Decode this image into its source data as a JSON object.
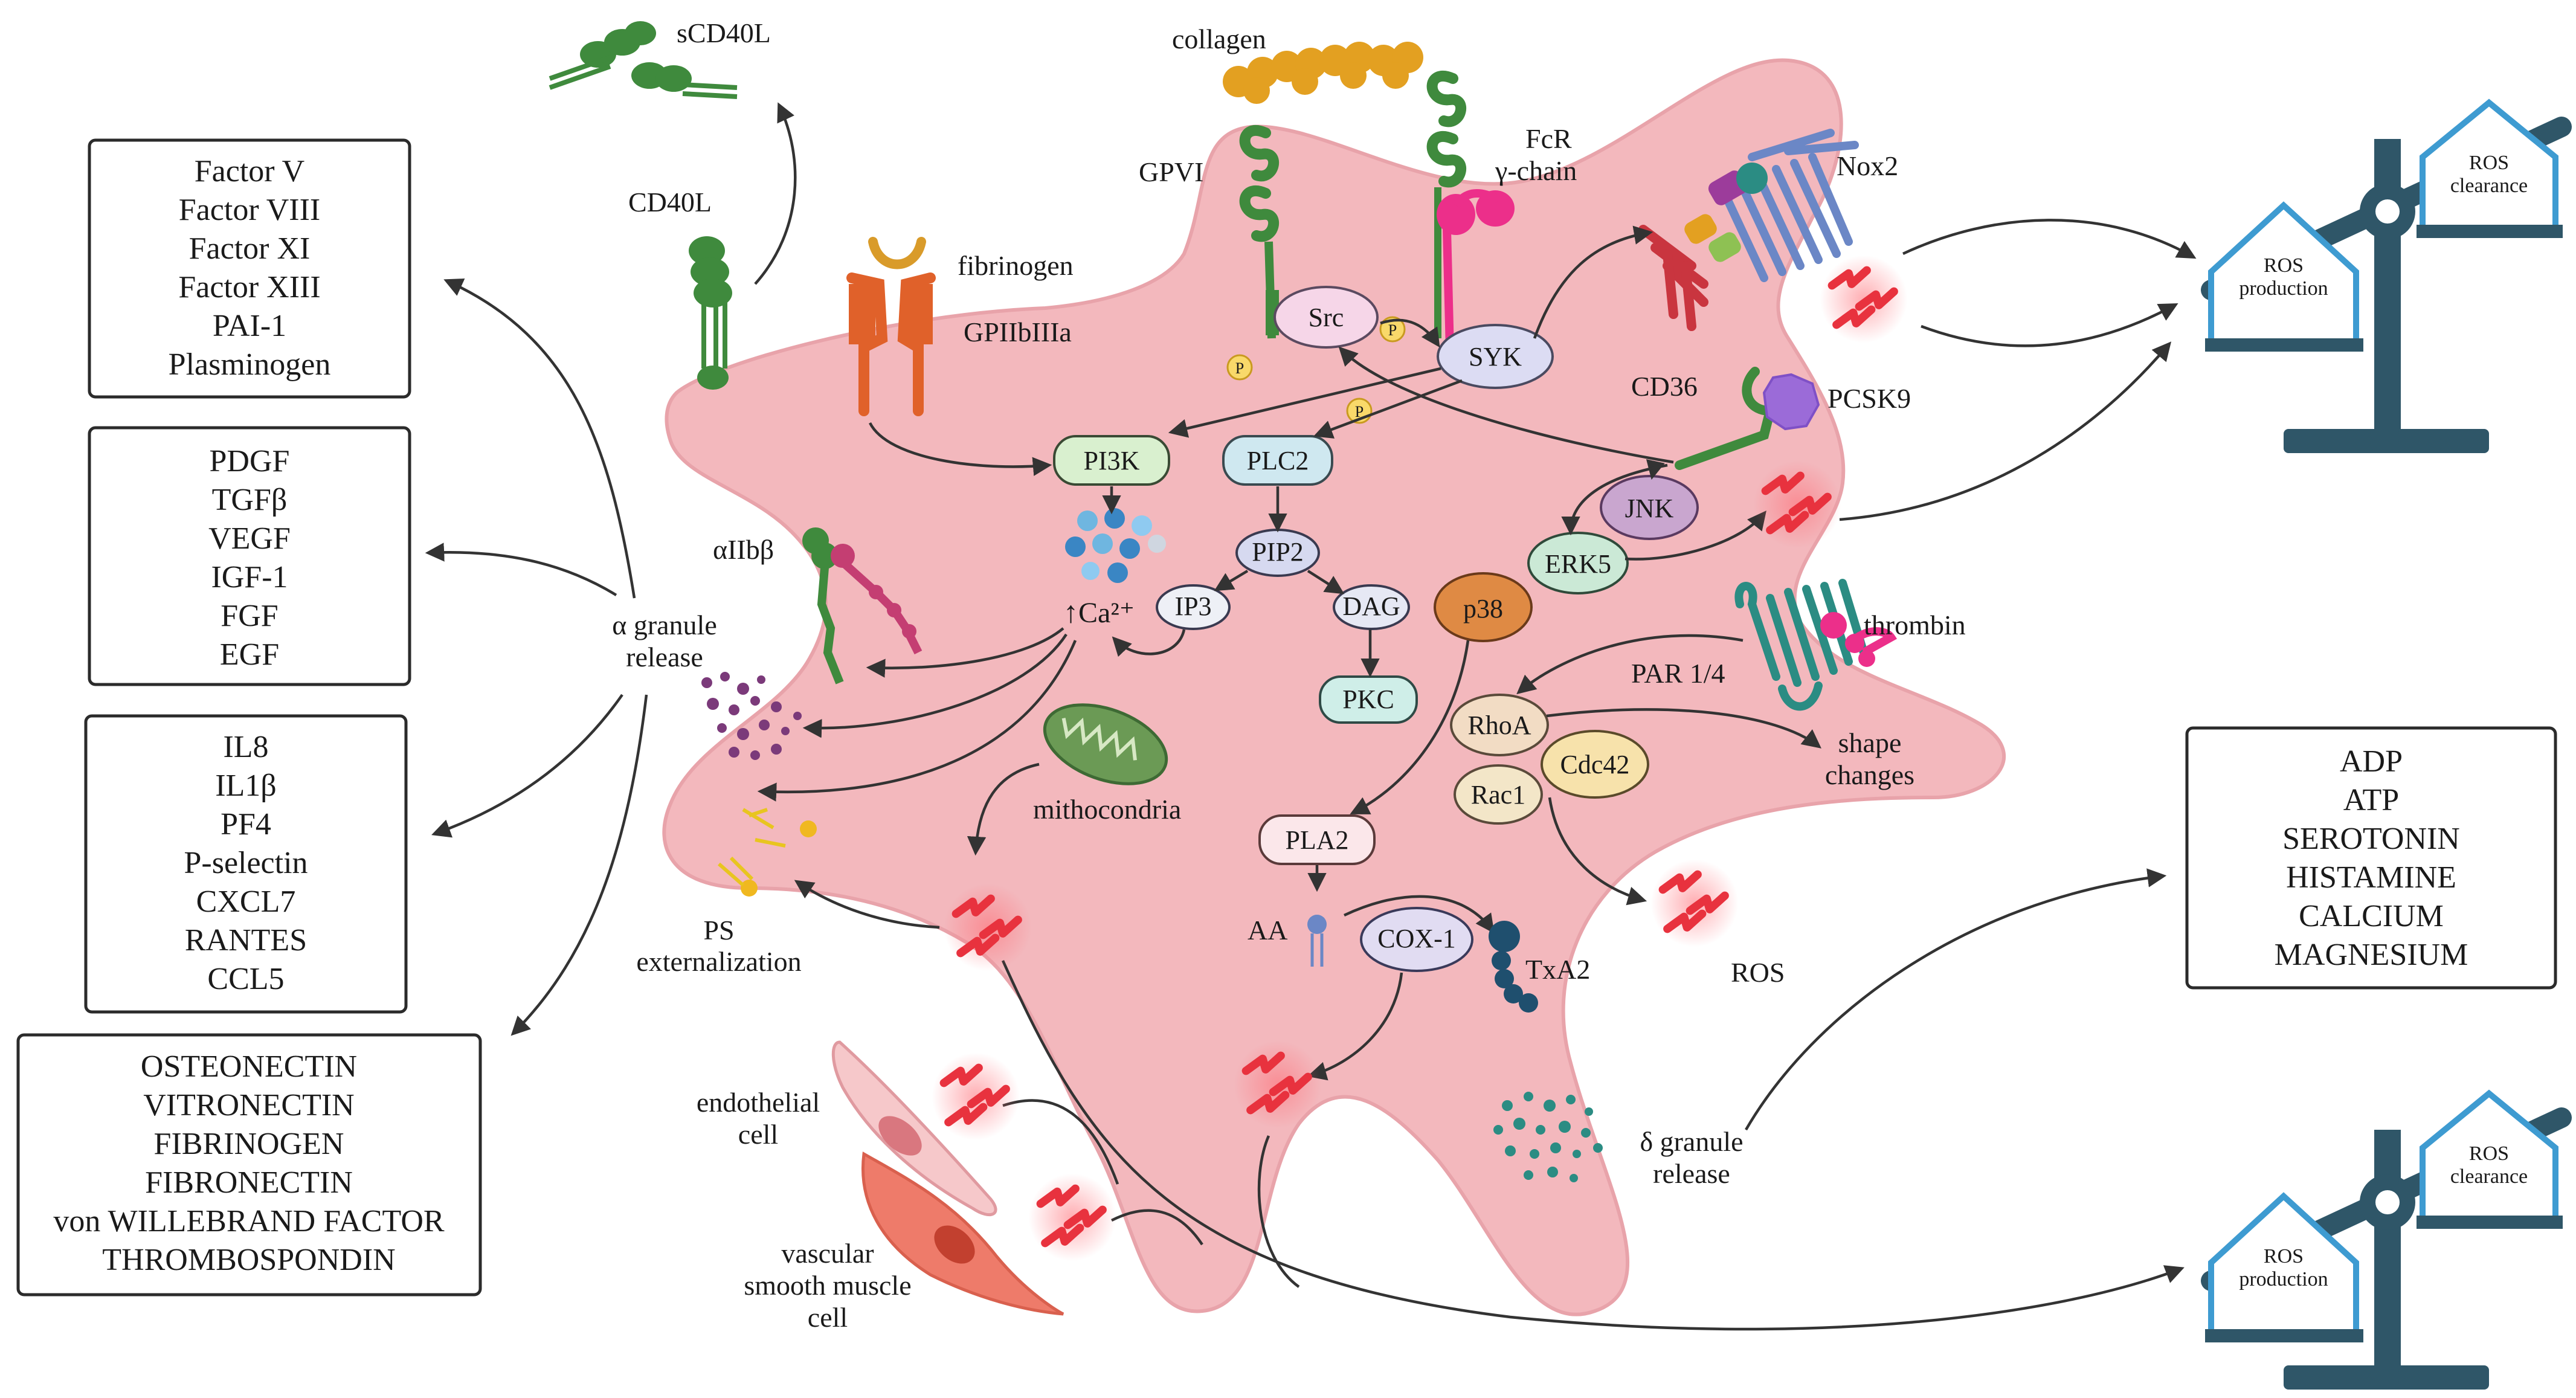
{
  "colors": {
    "cell": "#f3b8bd",
    "cell_edge": "#e8a3aa",
    "ros_red": "#e8323e",
    "scale_dark": "#2f5668",
    "scale_blue": "#3e9bd1",
    "collagen": "#e3a021",
    "gpvi_green": "#3f8a3d",
    "fcr_pink": "#ec2f8a",
    "nox_red": "#c9353f",
    "nox_blue": "#6b87c6",
    "teal": "#2b8c83"
  },
  "boxes": {
    "coag": [
      "Factor V",
      "Factor VIII",
      "Factor XI",
      "Factor XIII",
      "PAI-1",
      "Plasminogen"
    ],
    "growth": [
      "PDGF",
      "TGFβ",
      "VEGF",
      "IGF-1",
      "FGF",
      "EGF"
    ],
    "cytokines": [
      "IL8",
      "IL1β",
      "PF4",
      "P-selectin",
      "CXCL7",
      "RANTES",
      "CCL5"
    ],
    "adhesive": [
      "OSTEONECTIN",
      "VITRONECTIN",
      "FIBRINOGEN",
      "FIBRONECTIN",
      "von WILLEBRAND FACTOR",
      "THROMBOSPONDIN"
    ],
    "dense": [
      "ADP",
      "ATP",
      "SEROTONIN",
      "HISTAMINE",
      "CALCIUM",
      "MAGNESIUM"
    ]
  },
  "labels": {
    "scd40l": "sCD40L",
    "cd40l": "CD40L",
    "collagen": "collagen",
    "gpvi": "GPVI",
    "fcr_1": "FcR",
    "fcr_2": "γ-chain",
    "fibrinogen": "fibrinogen",
    "gpiib": "GPIIbIIIa",
    "nox2": "Nox2",
    "cd36": "CD36",
    "pcsk9": "PCSK9",
    "aiibb": "αIIbβ",
    "alpha_1": "α granule",
    "alpha_2": "release",
    "thrombin": "thrombin",
    "par": "PAR 1/4",
    "shape_1": "shape",
    "shape_2": "changes",
    "mito": "mithocondria",
    "ps_1": "PS",
    "ps_2": "externalization",
    "aa": "AA",
    "txa2": "TxA2",
    "ros": "ROS",
    "endo_1": "endothelial",
    "endo_2": "cell",
    "vsmc_1": "vascular",
    "vsmc_2": "smooth muscle",
    "vsmc_3": "cell",
    "delta_1": "δ granule",
    "delta_2": "release",
    "ca_arrow": "↑",
    "ca": "Ca²⁺",
    "p": "P",
    "ros_prod_1": "ROS",
    "ros_prod_2": "production",
    "ros_clear_1": "ROS",
    "ros_clear_2": "clearance"
  },
  "nodes": {
    "src": "Src",
    "syk": "SYK",
    "pi3k": "PI3K",
    "plc2": "PLC2",
    "pip2": "PIP2",
    "ip3": "IP3",
    "dag": "DAG",
    "pkc": "PKC",
    "jnk": "JNK",
    "erk5": "ERK5",
    "p38": "p38",
    "rhoa": "RhoA",
    "cdc42": "Cdc42",
    "rac1": "Rac1",
    "pla2": "PLA2",
    "cox1": "COX-1"
  }
}
